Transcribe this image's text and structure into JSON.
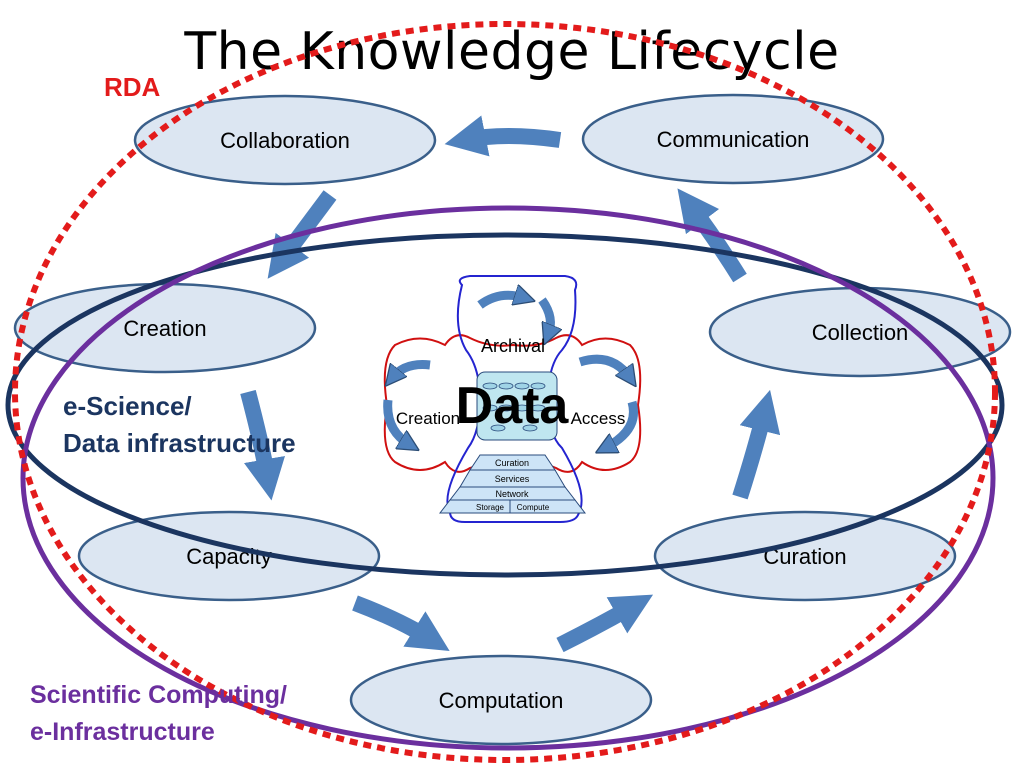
{
  "title": "The Knowledge Lifecycle",
  "labels": {
    "rda": "RDA",
    "escience_line1": "e-Science/",
    "escience_line2": "Data infrastructure",
    "scientific_line1": "Scientific Computing/",
    "scientific_line2": "e-Infrastructure"
  },
  "lifecycle_nodes": {
    "collaboration": "Collaboration",
    "communication": "Communication",
    "creation": "Creation",
    "collection": "Collection",
    "capacity": "Capacity",
    "curation": "Curation",
    "computation": "Computation"
  },
  "center": {
    "data": "Data",
    "archival": "Archival",
    "creation": "Creation",
    "access": "Access",
    "stack": [
      "Curation",
      "Services",
      "Network"
    ],
    "stack_base_left": "Storage",
    "stack_base_right": "Compute"
  },
  "colors": {
    "node_fill": "#dce6f2",
    "node_stroke": "#3a5f8a",
    "arrow": "#4f81bd",
    "rda": "#e31b1b",
    "escience": "#1b3560",
    "scientific": "#6b2f9e"
  }
}
